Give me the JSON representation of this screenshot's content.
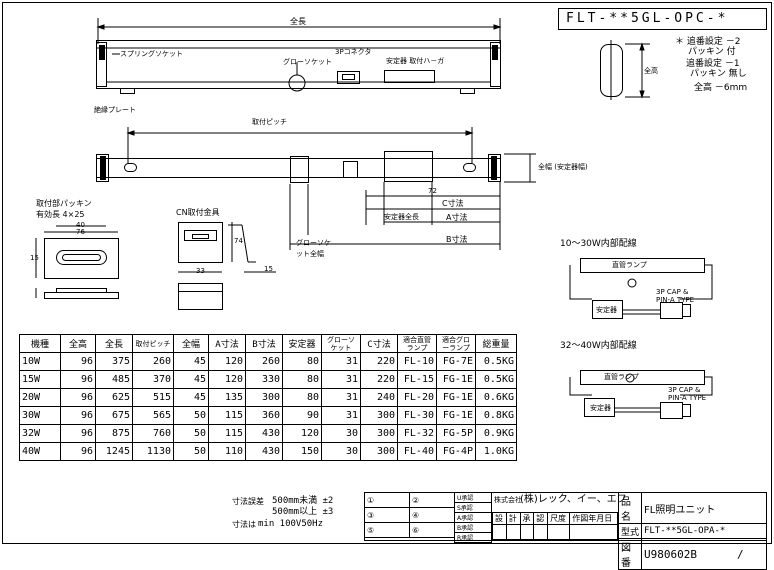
{
  "drawing_no_header": "FLT-**5GL-OPC-*",
  "top_view": {
    "overall_length": "全長",
    "spring_socket": "スプリングソケット",
    "glow_socket": "グローソケット",
    "3p_connector": "3Pコネクタ",
    "ballast_fixing_hardware": "安定器 取付ハ－ガ",
    "height_label": "全高"
  },
  "notes": {
    "line1": "＊ 追番設定 －2",
    "line2": "パッキン 付",
    "line3": "追番設定 －1",
    "line4": "パッキン 無し",
    "line5": "全高 －6mm"
  },
  "side_view": {
    "plate": "絶縁プレート",
    "mount_pitch": "取付ピッチ",
    "width_label": "全幅 (安定器幅)",
    "dim_72": "72",
    "c_dim": "C寸法",
    "ballast_length": "安定器全長",
    "a_dim": "A寸法",
    "b_dim": "B寸法",
    "glow_socket_width": "グローソケット全幅"
  },
  "packing": {
    "title": "取付部パッキン",
    "hole": "有効長 4×25",
    "dim_1": "40",
    "dim_2": "76",
    "dim_3": "15"
  },
  "cn_bracket": {
    "title": "CN取付金具",
    "dim_1": "33",
    "dim_2": "15",
    "dim_3": "74"
  },
  "wiring_small": {
    "title": "10～30W内部配線",
    "lamp": "直管ランプ",
    "ballast": "安定器",
    "connector": "3P CAP & PIN-A TYPE"
  },
  "wiring_large": {
    "title": "32～40W内部配線",
    "lamp": "直管ランプ",
    "ballast": "安定器",
    "connector": "3P CAP & PIN-A TYPE"
  },
  "spec_table": {
    "headers": [
      "機種",
      "全高",
      "全長",
      "取付ピッチ",
      "全幅",
      "A寸法",
      "B寸法",
      "安定器",
      "グローソケット",
      "C寸法",
      "適合直管ランプ",
      "適合グローランプ",
      "総重量"
    ],
    "rows": [
      [
        "10W",
        "96",
        "375",
        "260",
        "45",
        "120",
        "260",
        "80",
        "31",
        "220",
        "FL-10",
        "FG-7E",
        "0.5KG"
      ],
      [
        "15W",
        "96",
        "485",
        "370",
        "45",
        "120",
        "330",
        "80",
        "31",
        "220",
        "FL-15",
        "FG-1E",
        "0.5KG"
      ],
      [
        "20W",
        "96",
        "625",
        "515",
        "45",
        "135",
        "300",
        "80",
        "31",
        "240",
        "FL-20",
        "FG-1E",
        "0.6KG"
      ],
      [
        "30W",
        "96",
        "675",
        "565",
        "50",
        "115",
        "360",
        "90",
        "31",
        "300",
        "FL-30",
        "FG-1E",
        "0.8KG"
      ],
      [
        "32W",
        "96",
        "875",
        "760",
        "50",
        "115",
        "430",
        "120",
        "30",
        "300",
        "FL-32",
        "FG-5P",
        "0.9KG"
      ],
      [
        "40W",
        "96",
        "1245",
        "1130",
        "50",
        "110",
        "430",
        "150",
        "30",
        "300",
        "FL-40",
        "FG-4P",
        "1.0KG"
      ]
    ]
  },
  "tolerance": {
    "label": "寸法誤差",
    "line1": "500mm未満 ±2",
    "line2": "500mm以上 ±3",
    "label2": "寸法は",
    "line3": "min 100V50Hz"
  },
  "title_block": {
    "rev_labels": [
      "①",
      "②",
      "③",
      "④",
      "⑤",
      "⑥"
    ],
    "approval_labels": [
      "U承認",
      "S承認",
      "A承認",
      "B承認",
      "R承認"
    ],
    "company_mark": "株式会社",
    "company": "(株)レック、イー、エフ",
    "sign_headers": [
      "設",
      "計",
      "承",
      "認",
      "尺度",
      "作図年月日"
    ],
    "name_label": "品名",
    "name_value": "FL照明ユニット",
    "model_label": "型式",
    "model_value": "FLT-**5GL-OPA-*",
    "drawing_label": "図番",
    "drawing_value": "U980602B",
    "slash": "/"
  }
}
